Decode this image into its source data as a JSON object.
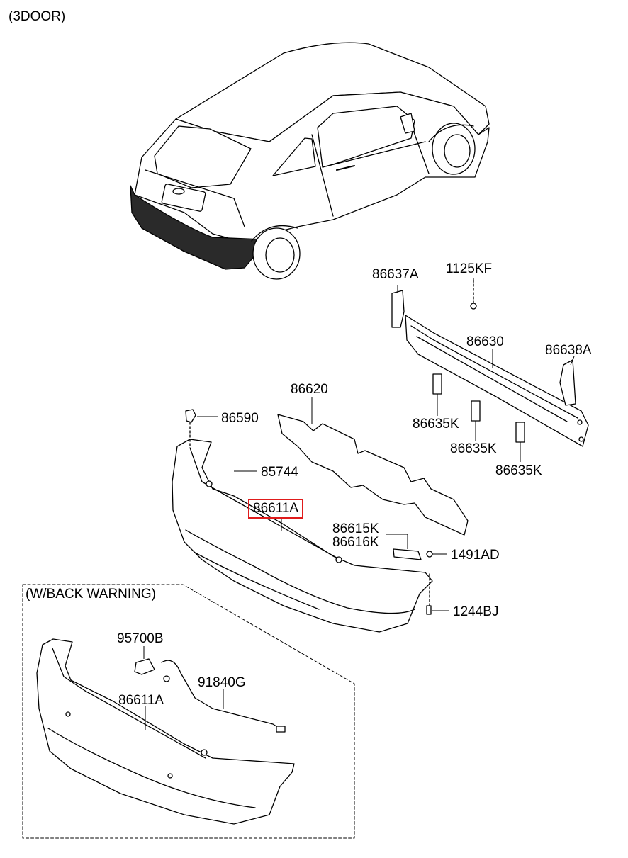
{
  "header": {
    "variant": "(3DOOR)"
  },
  "inset": {
    "title": "(W/BACK  WARNING)"
  },
  "parts": {
    "p86637A": "86637A",
    "p1125KF": "1125KF",
    "p86630": "86630",
    "p86638A": "86638A",
    "p86620": "86620",
    "p86590": "86590",
    "p86635K_1": "86635K",
    "p86635K_2": "86635K",
    "p86635K_3": "86635K",
    "p85744": "85744",
    "p86611A": "86611A",
    "p86615K": "86615K",
    "p86616K": "86616K",
    "p1491AD": "1491AD",
    "p1244BJ": "1244BJ",
    "p95700B": "95700B",
    "p91840G": "91840G",
    "p86611A_inset": "86611A"
  },
  "colors": {
    "line": "#000000",
    "highlight": "#e01b1b",
    "fill": "#ffffff"
  },
  "selected_part": "86611A"
}
